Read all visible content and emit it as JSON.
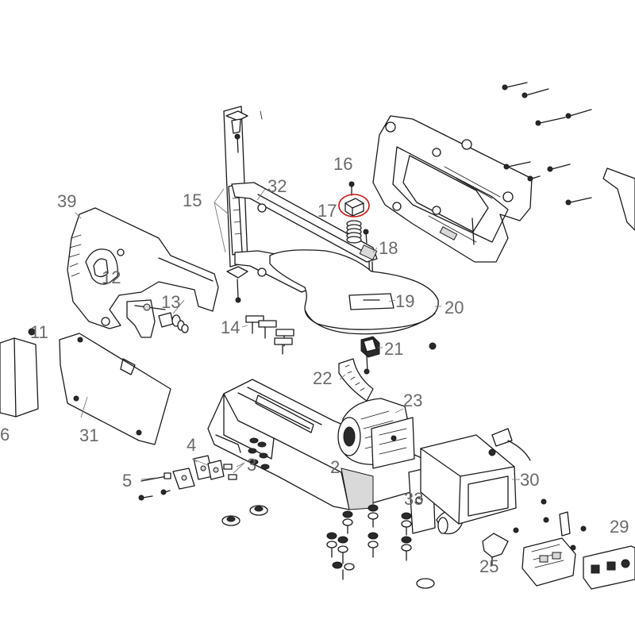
{
  "callouts": {
    "c2": "2",
    "c3": "3",
    "c4": "4",
    "c5": "5",
    "c6": "6",
    "c11": "11",
    "c12": "12",
    "c13": "13",
    "c14": "14",
    "c15": "15",
    "c16": "16",
    "c17": "17",
    "c18": "18",
    "c19": "19",
    "c20": "20",
    "c21": "21",
    "c22": "22",
    "c23": "23",
    "c25": "25",
    "c29": "29",
    "c30": "30",
    "c31": "31",
    "c32": "32",
    "c33": "33",
    "c39": "39"
  },
  "colors": {
    "line": "#1a1a1a",
    "callout": "#6a6a6a",
    "highlight": "#cc1111"
  }
}
